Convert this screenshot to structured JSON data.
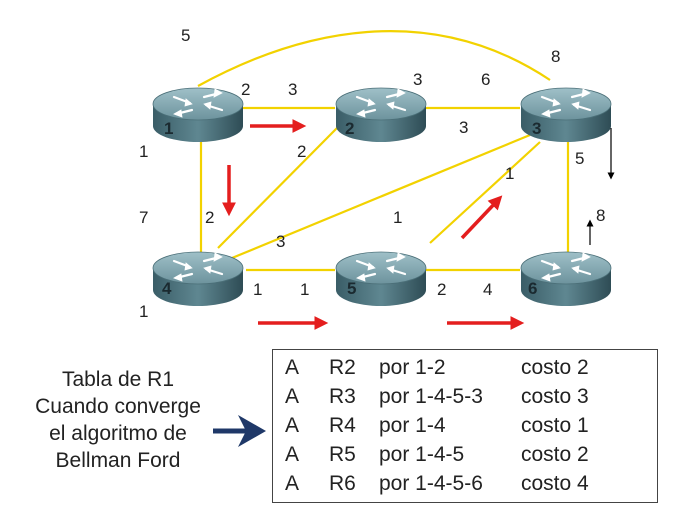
{
  "routers": [
    {
      "id": "1"
    },
    {
      "id": "2"
    },
    {
      "id": "3"
    },
    {
      "id": "4"
    },
    {
      "id": "5"
    },
    {
      "id": "6"
    }
  ],
  "link_labels": [
    "5",
    "2",
    "3",
    "3",
    "6",
    "8",
    "1",
    "3",
    "2",
    "5",
    "7",
    "2",
    "3",
    "1",
    "1",
    "8",
    "1",
    "1",
    "2",
    "4",
    "1"
  ],
  "caption": {
    "line1": "Tabla de R1",
    "line2": "Cuando converge",
    "line3": "el algoritmo de",
    "line4": "Bellman Ford"
  },
  "table": {
    "rows": [
      {
        "dest": "A",
        "router": "R2",
        "path": "por 1-2",
        "cost": "costo 2"
      },
      {
        "dest": "A",
        "router": "R3",
        "path": "por 1-4-5-3",
        "cost": "costo 3"
      },
      {
        "dest": "A",
        "router": "R4",
        "path": "por 1-4",
        "cost": "costo 1"
      },
      {
        "dest": "A",
        "router": "R5",
        "path": "por 1-4-5",
        "cost": "costo 2"
      },
      {
        "dest": "A",
        "router": "R6",
        "path": "por 1-4-5-6",
        "cost": "costo 4"
      }
    ]
  },
  "colors": {
    "link": "#f2d200",
    "flow_arrow": "#e41e1e",
    "router_body": "#3f6570",
    "pointer_arrow": "#1f3868"
  }
}
